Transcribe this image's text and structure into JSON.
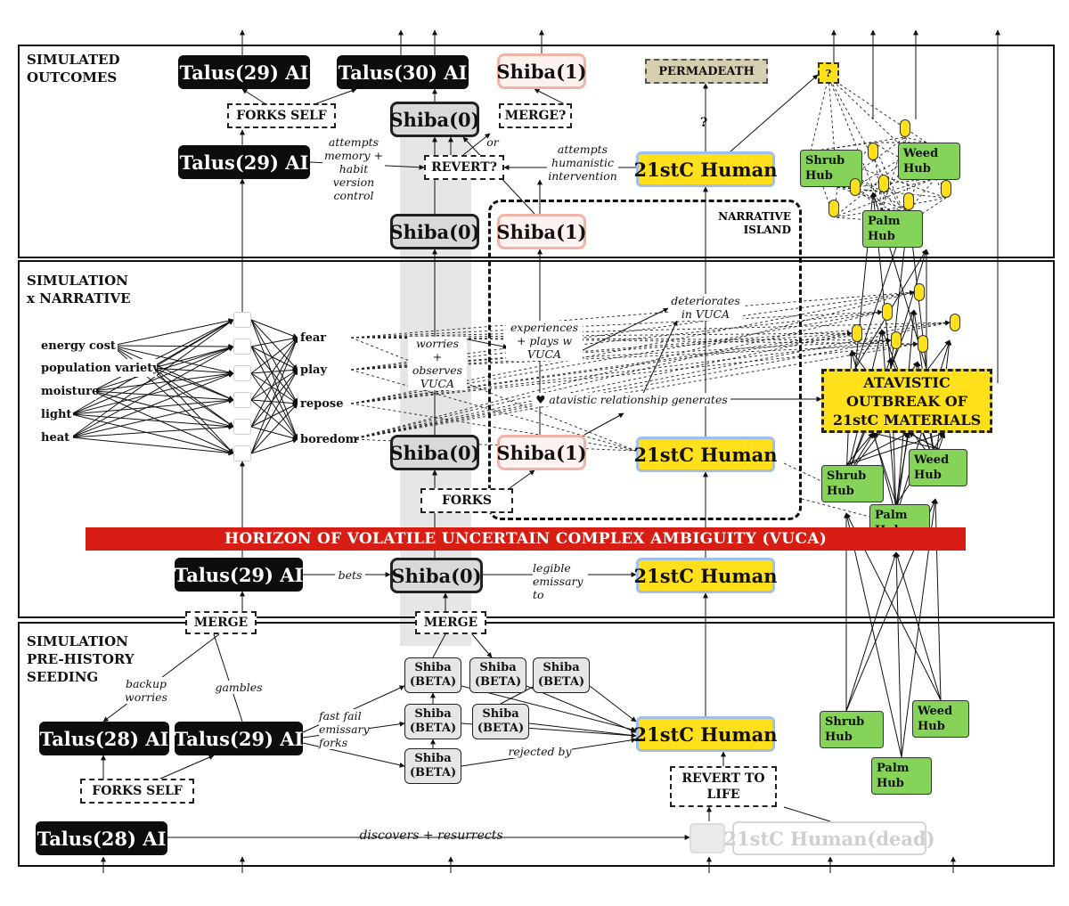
{
  "sections": {
    "outcomes": "SIMULATED\nOUTCOMES",
    "narrative": "SIMULATION\nx NARRATIVE",
    "prehistory": "SIMULATION\nPRE-HISTORY\nSEEDING"
  },
  "horizon": "HORIZON OF VOLATILE UNCERTAIN COMPLEX AMBIGUITY (VUCA)",
  "narrative_island": "NARRATIVE\nISLAND",
  "nodes": {
    "talus29_top": "Talus(29) AI",
    "talus30_top": "Talus(30) AI",
    "shiba1_top": "Shiba(1)",
    "permadeath": "PERMADEATH",
    "question_box": "?",
    "forks_self_top": "FORKS SELF",
    "shiba0_top": "Shiba(0)",
    "merge_q": "MERGE?",
    "talus29_mid": "Talus(29) AI",
    "revert_q": "REVERT?",
    "human_top": "21stC Human",
    "shiba0_upper": "Shiba(0)",
    "shiba1_upper": "Shiba(1)",
    "shiba0_mid": "Shiba(0)",
    "shiba1_mid": "Shiba(1)",
    "human_mid": "21stC Human",
    "forks": "FORKS",
    "atavistic": "ATAVISTIC\nOUTBREAK OF\n21stC MATERIALS",
    "talus29_low": "Talus(29) AI",
    "shiba0_low": "Shiba(0)",
    "human_low": "21stC Human",
    "merge_left": "MERGE",
    "merge_mid": "MERGE",
    "beta": "Shiba\n(BETA)",
    "talus28_a": "Talus(28) AI",
    "talus29_bottom": "Talus(29) AI",
    "human_bottom": "21stC Human",
    "forks_self_bottom": "FORKS SELF",
    "revert_to_life": "REVERT TO\nLIFE",
    "talus28_b": "Talus(28) AI",
    "human_dead": "21stC Human(dead)"
  },
  "hubs": {
    "shrub": "Shrub\nHub",
    "weed": "Weed\nHub",
    "palm": "Palm\nHub"
  },
  "inputs": [
    "energy cost",
    "population variety",
    "moisture",
    "light",
    "heat"
  ],
  "emotions": [
    "fear",
    "play",
    "repose",
    "boredom"
  ],
  "labels": {
    "attempts_memory": "attempts\nmemory +\nhabit\nversion\ncontrol",
    "or": "or",
    "attempts_humanistic": "attempts\nhumanistic\nintervention",
    "question_mark": "?",
    "deteriorates": "deteriorates\nin VUCA",
    "experiences": "experiences\n+ plays w\nVUCA",
    "worries": "worries\n+\nobserves\nVUCA",
    "atavistic_rel": "♥  atavistic relationship generates",
    "bets": "bets",
    "legible": "legible\nemissary\nto",
    "backup": "backup\nworries",
    "gambles": "gambles",
    "fast_fail": "fast fail\nemissary\nforks",
    "rejected": "rejected by",
    "discovers": "discovers + resurrects"
  }
}
